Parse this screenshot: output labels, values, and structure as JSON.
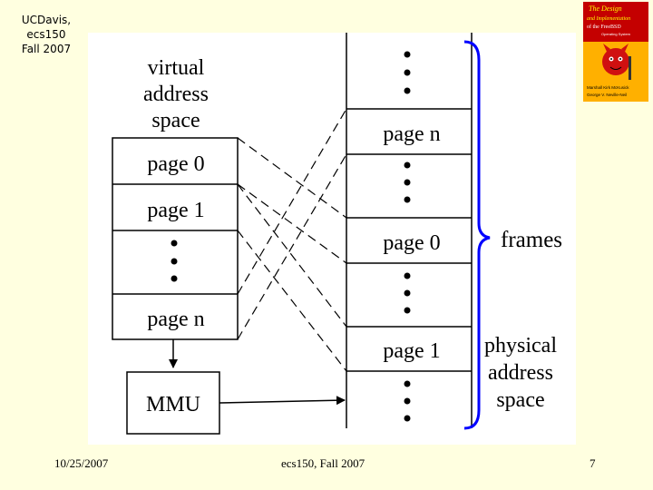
{
  "header": {
    "line1": "UCDavis, ecs150",
    "line2": "Fall 2007"
  },
  "book": {
    "title_line1": "The Design",
    "title_line2": "and Implementation",
    "title_line3": "of the FreeBSD",
    "title_line4": "Operating System",
    "authors": "Marshall Kirk McKusick",
    "authors2": "George V. Neville-Neil"
  },
  "diagram": {
    "virtual_title": [
      "virtual",
      "address",
      "space"
    ],
    "virtual_pages": [
      "page 0",
      "page 1",
      "page n"
    ],
    "physical_pages": [
      "page n",
      "page 0",
      "page 1"
    ],
    "frames_label": "frames",
    "physical_title": [
      "physical",
      "address",
      "space"
    ],
    "mmu_label": "MMU"
  },
  "footer": {
    "date": "10/25/2007",
    "course": "ecs150, Fall 2007",
    "page": "7"
  },
  "colors": {
    "background": "#ffffe0",
    "accent": "#0000ff"
  },
  "icons": {
    "bracket": "curly-brace-icon",
    "arrow": "arrow-icon"
  }
}
